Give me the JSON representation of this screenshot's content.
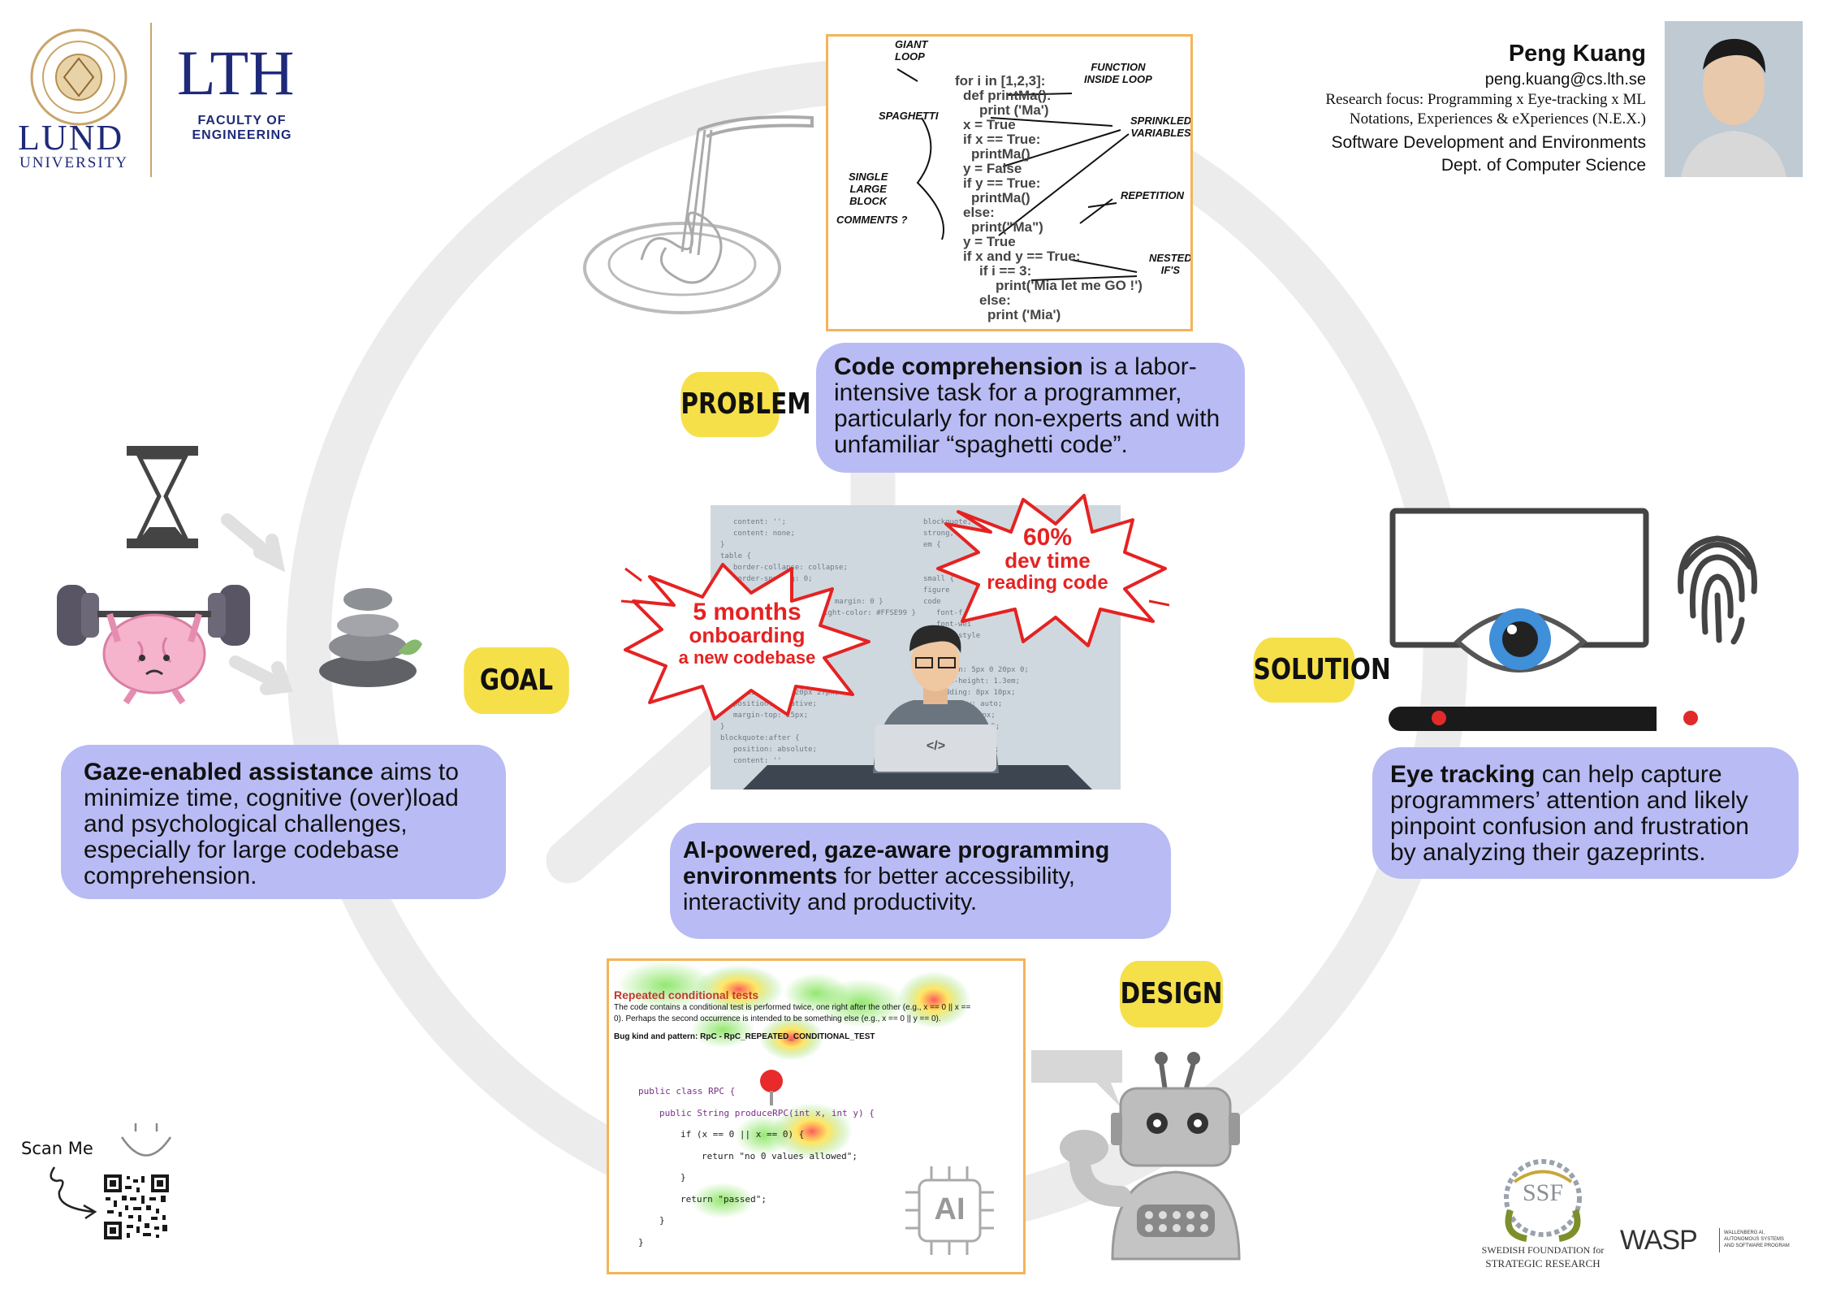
{
  "logos": {
    "lund_name": "LUND",
    "lund_sub": "UNIVERSITY",
    "lth": "LTH",
    "faculty_line1": "FACULTY OF",
    "faculty_line2": "ENGINEERING"
  },
  "author": {
    "name": "Peng Kuang",
    "email": "peng.kuang@cs.lth.se",
    "focus_line1": "Research focus: Programming x Eye-tracking x ML",
    "focus_line2": "Notations, Experiences & eXperiences (N.E.X.)",
    "group": "Software Development and Environments",
    "dept": "Dept. of Computer Science"
  },
  "problem": {
    "tag": "PROBLEM",
    "bold": "Code comprehension",
    "text": " is a labor-intensive task for a programmer, particularly for non-experts and with unfamiliar “spaghetti code”.",
    "code_lines": [
      "for i in [1,2,3]:",
      "def printMa():",
      "print ('Ma')",
      "x = True",
      "if x == True:",
      "printMa()",
      "y = False",
      "if y == True:",
      "printMa()",
      "else:",
      "print(\"Ma\")",
      "y = True",
      "if x and y == True:",
      "if i == 3:",
      "print('Mia let me GO !')",
      "else:",
      "print ('Mia')"
    ],
    "annotations": {
      "giant_loop_1": "GIANT",
      "giant_loop_2": "LOOP",
      "function_1": "FUNCTION",
      "function_2": "INSIDE LOOP",
      "spaghetti": "SPAGHETTI",
      "sprinkled_1": "SPRINKLED",
      "sprinkled_2": "VARIABLES",
      "single_1": "SINGLE",
      "single_2": "LARGE",
      "single_3": "BLOCK",
      "comments": "COMMENTS ?",
      "repetition": "REPETITION",
      "nested_1": "NESTED",
      "nested_2": "IF'S"
    }
  },
  "goal": {
    "tag": "GOAL",
    "bold": "Gaze-enabled assistance",
    "text": " aims to minimize time, cognitive (over)load and psychological challenges, especially for large codebase comprehension."
  },
  "solution": {
    "tag": "SOLUTION",
    "bold": "Eye tracking",
    "text": " can help capture programmers’ attention and likely pinpoint confusion and frustration by analyzing their gazeprints."
  },
  "center": {
    "bold": "AI-powered, gaze-aware programming environments",
    "text": " for better accessibility, interactivity and productivity.",
    "burst1_line1": "5 months",
    "burst1_line2": "onboarding",
    "burst1_line3": "a new codebase",
    "burst2_line1": "60%",
    "burst2_line2": "dev time",
    "burst2_line3": "reading code",
    "laptop_glyph": "</>",
    "bg_code_left": [
      "content: '';",
      "content: none;",
      "}",
      "table {",
      "border-collapse: collapse;",
      "border-spacing: 0;",
      "}",
      "input, select, textarea { margin: 0 }",
      "highlight-color: #FFSE99 }",
      "bed {",
      "font-",
      "padding: 10px 20px 27px;",
      "position: relative;",
      "margin-top: 25px;",
      "}",
      "blockquote:after {",
      "position: absolute;",
      "content: ''"
    ],
    "bg_code_right": [
      "blockquote,",
      "strong, b {",
      "em {",
      "small {",
      "figure",
      "code",
      "font-f",
      "font-wei",
      "font-style",
      "}",
      "pre {",
      "margin: 5px 0 20px 0;",
      "line-height: 1.3em;",
      "padding: 8px 10px;",
      "overflow: auto;",
      "g: 0 8px;",
      "ight: 1.5;",
      "1px 6px;",
      "0 2px;"
    ]
  },
  "design": {
    "tag": "DESIGN",
    "heatmap_title": "Repeated conditional tests",
    "heatmap_desc1": "The code contains a conditional test is performed twice, one right after the other (e.g., x == 0 || x ==",
    "heatmap_desc2": "0). Perhaps the second occurrence is intended to be something else (e.g., x == 0 || y == 0).",
    "heatmap_bug": "Bug kind and pattern: RpC - RpC_REPEATED_CONDITIONAL_TEST",
    "code": [
      "public class RPC {",
      "public String produceRPC(int x, int y) {",
      "if (x == 0 || x == 0) {",
      "return \"no 0 values allowed\";",
      "}",
      "return \"passed\";",
      "}",
      "}"
    ],
    "ai_chip": "AI"
  },
  "footer": {
    "scan": "Scan Me",
    "ssf_1": "SWEDISH FOUNDATION for",
    "ssf_2": "STRATEGIC RESEARCH",
    "ssf_mono": "SSF",
    "wasp": "WASP",
    "wasp_sub1": "WALLENBERG AI,",
    "wasp_sub2": "AUTONOMOUS SYSTEMS",
    "wasp_sub3": "AND SOFTWARE PROGRAM"
  },
  "colors": {
    "bubble": "#b9bbf4",
    "tag": "#f5e04a",
    "frame": "#f4b45a",
    "burst_text": "#e52222",
    "lund_blue": "#1e2a78"
  }
}
